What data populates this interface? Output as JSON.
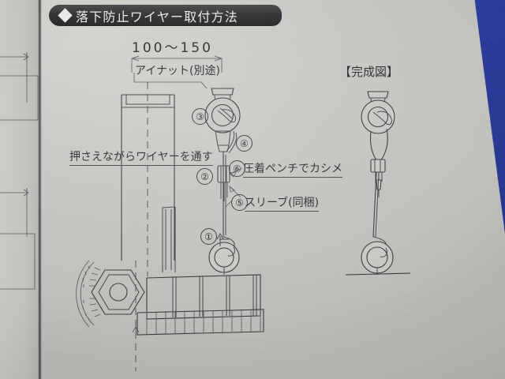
{
  "page": {
    "background_color": "#c9c8c4",
    "surface_color": "#223399"
  },
  "header": {
    "bullet_icon": "diamond-icon",
    "title": "落下防止ワイヤー取付方法",
    "background_color": "#2c2c2e",
    "text_color": "#ececed"
  },
  "main_diagram": {
    "dimension_label": "100〜150",
    "labels": [
      {
        "id": "eyenut",
        "text": "アイナット(別途)",
        "underlined": false
      },
      {
        "id": "thread-wire",
        "text": "押さえながらワイヤーを通す",
        "underlined": true
      },
      {
        "id": "crimp",
        "text": "圧着ペンチでカシメ",
        "underlined": true
      },
      {
        "id": "sleeve",
        "text": "スリーブ(同梱)",
        "underlined": true
      }
    ],
    "callouts": [
      {
        "number": "①",
        "label": "callout-1"
      },
      {
        "number": "②",
        "label": "callout-2"
      },
      {
        "number": "③",
        "label": "callout-3"
      },
      {
        "number": "④",
        "label": "callout-4"
      },
      {
        "number": "⑤",
        "label": "callout-5"
      },
      {
        "number": "⑥",
        "label": "callout-6"
      }
    ]
  },
  "completed_figure": {
    "title": "【完成図】"
  }
}
